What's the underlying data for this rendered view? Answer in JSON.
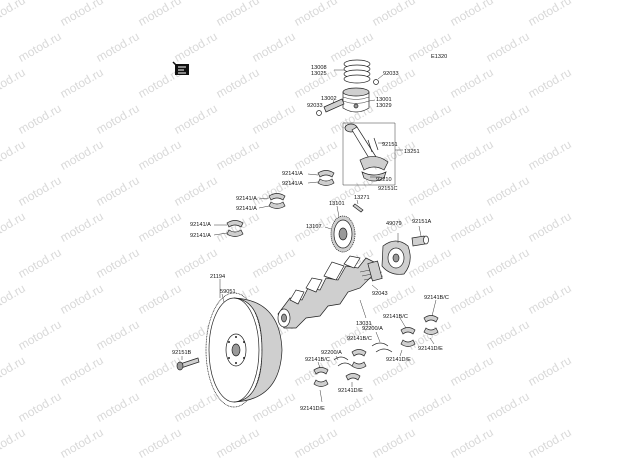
{
  "diagram_code": "E1320",
  "watermark_text": "motod.ru",
  "legend_icon": "front-arrow-icon",
  "labels": {
    "p13008": "13008",
    "p13025": "13025",
    "p92033a": "92033",
    "p13001": "13001",
    "p13029": "13029",
    "p13002": "13002",
    "p92033b": "92033",
    "p92151": "92151",
    "p13251": "13251",
    "p92210": "92210",
    "p92151c": "92151C",
    "p92141a_1": "92141/A",
    "p92141a_2": "92141/A",
    "p92141a_3": "92141/A",
    "p92141a_4": "92141/A",
    "p92141a_5": "92141/A",
    "p92141a_6": "92141/A",
    "p13271": "13271",
    "p13101": "13101",
    "p13107": "13107",
    "p49079": "49079",
    "p92151a": "92151A",
    "p21194": "21194",
    "p59051": "59051",
    "p92043": "92043",
    "p13031": "13031",
    "p92141bc_1": "92141B/C",
    "p92141bc_2": "92141B/C",
    "p92141bc_3": "92141B/C",
    "p92141bc_4": "92141B/C",
    "p92200a_1": "92200/A",
    "p92200a_2": "92200/A",
    "p92141de_1": "92141D/E",
    "p92141de_2": "92141D/E",
    "p92141de_3": "92141D/E",
    "p92141de_4": "92141D/E",
    "p92151b": "92151B"
  }
}
